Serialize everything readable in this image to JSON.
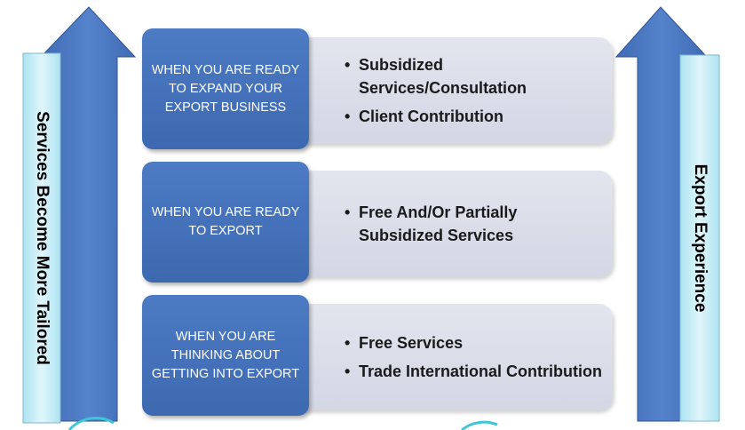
{
  "left_label": "Services Become More Tailored",
  "right_label": "Export Experience",
  "tiers": [
    {
      "stage": "WHEN YOU ARE READY TO EXPAND YOUR EXPORT BUSINESS",
      "services": [
        "Subsidized Services/Consultation",
        "Client Contribution"
      ]
    },
    {
      "stage": "WHEN YOU ARE READY TO EXPORT",
      "services": [
        "Free And/Or Partially Subsidized Services"
      ]
    },
    {
      "stage": "WHEN YOU ARE THINKING ABOUT GETTING INTO EXPORT",
      "services": [
        "Free Services",
        "Trade International Contribution"
      ]
    }
  ],
  "colors": {
    "arrow_blue": "#4a76be",
    "panel_blue": "#4472c4",
    "panel_light": "#d6dae6",
    "label_bar": "#c6eef7"
  }
}
